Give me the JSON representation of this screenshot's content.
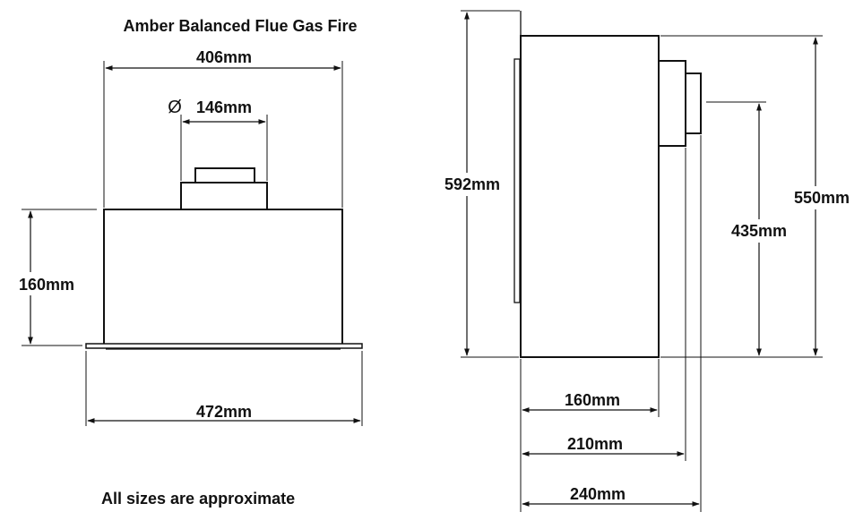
{
  "title": "Amber Balanced Flue Gas Fire",
  "footnote": "All sizes are approximate",
  "diameter_symbol": "Ø",
  "front_view": {
    "width_top": "406mm",
    "flue_diameter": "146mm",
    "height": "160mm",
    "width_base": "472mm"
  },
  "side_view": {
    "total_height": "592mm",
    "height_to_flue": "435mm",
    "body_height": "550mm",
    "depth_body": "160mm",
    "depth_to_flue_step": "210mm",
    "depth_total": "240mm"
  }
}
